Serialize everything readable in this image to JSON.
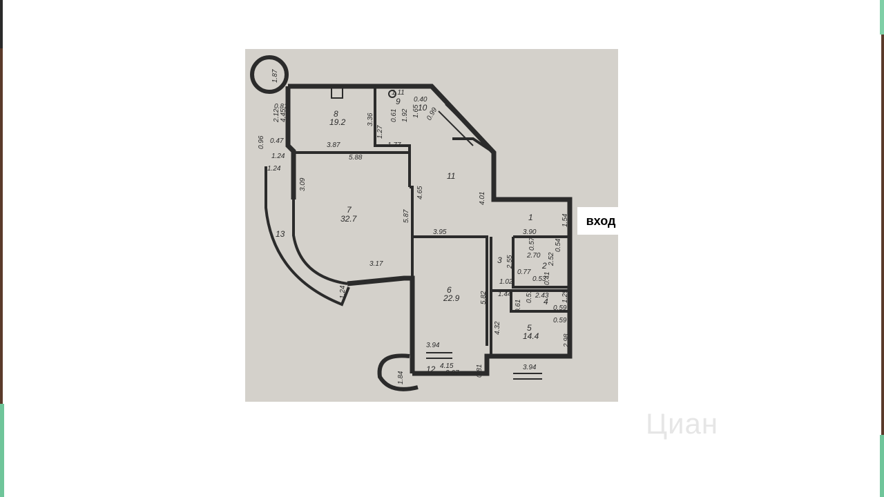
{
  "entrance_label": "вход",
  "watermark": "Циан",
  "rooms": [
    {
      "id": "1",
      "area": ""
    },
    {
      "id": "2",
      "area": ""
    },
    {
      "id": "3",
      "area": ""
    },
    {
      "id": "4",
      "area": ""
    },
    {
      "id": "5",
      "area": "14.4"
    },
    {
      "id": "6",
      "area": "22.9"
    },
    {
      "id": "7",
      "area": "32.7"
    },
    {
      "id": "8",
      "area": "19.2"
    },
    {
      "id": "9",
      "area": ""
    },
    {
      "id": "10",
      "area": ""
    },
    {
      "id": "11",
      "area": ""
    },
    {
      "id": "12",
      "area": ""
    },
    {
      "id": "13",
      "area": ""
    }
  ],
  "dimensions": [
    "1.87",
    "0.81",
    "2.12",
    "4.45",
    "0.96",
    "0.47",
    "1.24",
    "1.24",
    "3.87",
    "3.36",
    "1.27",
    "1.77",
    "0.61",
    "1.92",
    "1.11",
    "1.65",
    "0.40",
    "0.99",
    "5.88",
    "3.09",
    "4.65",
    "4.01",
    "5.87",
    "3.95",
    "3.90",
    "1.54",
    "3.17",
    "2.70",
    "0.57",
    "2.55",
    "2.52",
    "0.54",
    "0.77",
    "0.53",
    "0.41",
    "1.02",
    "1.44",
    "0.61",
    "0.51",
    "2.43",
    "1.29",
    "0.59",
    "0.59",
    "5.82",
    "4.32",
    "2.98",
    "1.24",
    "3.94",
    "4.15",
    "3.07",
    "0.81",
    "1.84",
    "3.94"
  ],
  "colors": {
    "paper": "#d4d1cb",
    "ink": "#2b2b2b"
  }
}
